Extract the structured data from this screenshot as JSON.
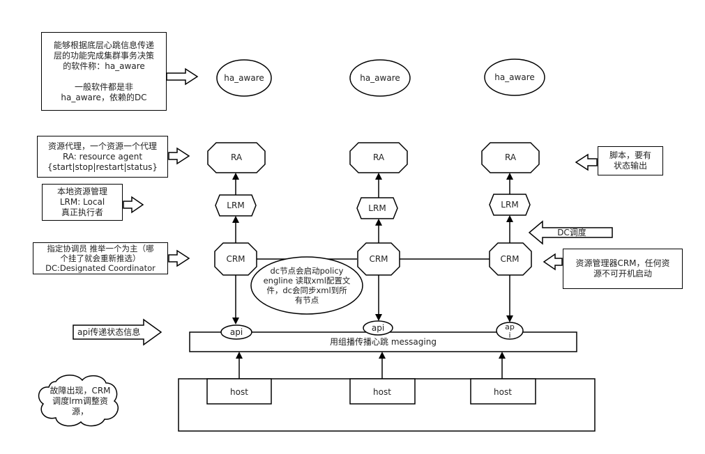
{
  "nodes": {
    "ha_aware": [
      "ha_aware",
      "ha_aware",
      "ha_aware"
    ],
    "ra": [
      "RA",
      "RA",
      "RA"
    ],
    "lrm": [
      "LRM",
      "LRM",
      "LRM"
    ],
    "crm": [
      "CRM",
      "CRM",
      "CRM"
    ],
    "api": [
      "api",
      "api",
      "ap\ni"
    ],
    "host": [
      "host",
      "host",
      "host"
    ],
    "messaging_bar": "用组播传播心跳  messaging"
  },
  "notes": {
    "ha_aware_note": "能够根据底层心跳信息传递\n层的功能完成集群事务决策\n的软件称：ha_aware\n\n一般软件都是非\nha_aware，依赖的DC",
    "ra_note": "资源代理，一个资源一个代理\nRA: resource agent\n{start|stop|restart|status}",
    "lrm_note": "本地资源管理\nLRM: Local\n真正执行者",
    "dc_note": "指定协调员 推举一个为主（哪\n个挂了就会重新推选）\nDC:Designated Coordinator",
    "api_note": "api传递状态信息",
    "script_note": "脚本，要有\n状态输出",
    "dc_schedule": "DC调度",
    "crm_note": "资源管理器CRM，任何资\n源不可开机启动",
    "dc_policy": "dc节点会启动policy\nengline  读取xml配置文\n件，dc会同步xml到所\n有节点",
    "cloud_note": "故障出现，CRM\n调度lrm调整资\n源，"
  }
}
